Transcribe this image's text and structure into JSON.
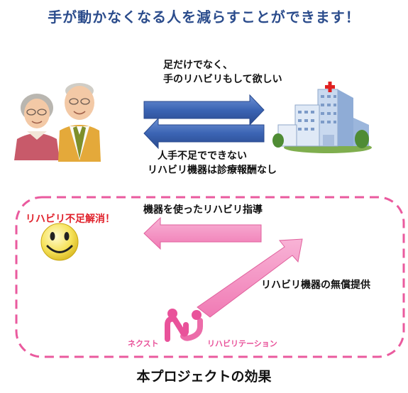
{
  "headline": "手が動かなくなる人を減らすことができます！",
  "top_arrow_label": {
    "line1": "足だけでなく、",
    "line2": "手のリハビリもして欲しい"
  },
  "bottom_arrow_label": {
    "line1": "人手不足でできない",
    "line2": "リハビリ機器は診療報酬なし"
  },
  "pink_left_arrow_label": "機器を使ったリハビリ指導",
  "pink_diag_arrow_label": "リハビリ機器の無償提供",
  "smiley_label": "リハビリ不足解消！",
  "logo": {
    "left_text": "ネクスト",
    "right_text": "リハビリテーション"
  },
  "caption": "本プロジェクトの効果",
  "colors": {
    "headline": "#2b4c8c",
    "blue_arrow": "#3b64b4",
    "pink_arrow": "#f48cbf",
    "dashed_frame": "#ea5a9e",
    "red_label": "#e0202a",
    "logo": "#e9529a"
  }
}
